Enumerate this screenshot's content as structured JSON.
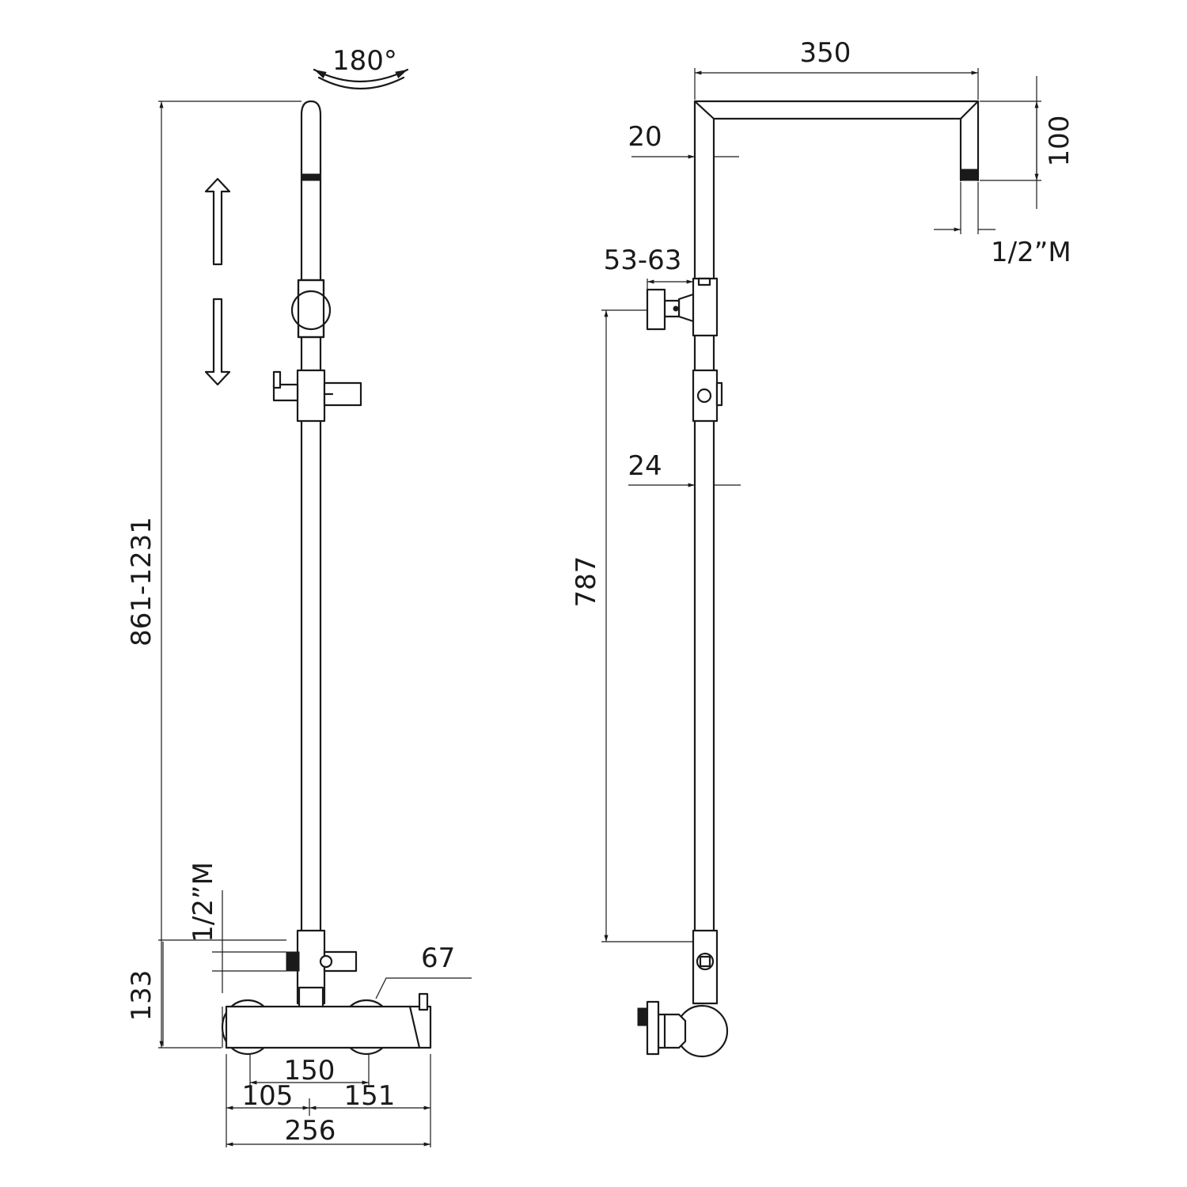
{
  "front_view": {
    "rotation_label": "180°",
    "total_height_label": "861-1231",
    "inlet_label": "1/2”M",
    "valve_height_label": "133",
    "lever_length_label": "67",
    "centers_label": "150",
    "left_width_label": "105",
    "right_width_label": "151",
    "overall_width_label": "256"
  },
  "side_view": {
    "arm_length_label": "350",
    "arm_drop_label": "100",
    "arm_tube_label": "20",
    "outlet_label": "1/2”M",
    "holder_label": "53-63",
    "riser_tube_label": "24",
    "riser_length_label": "787"
  }
}
